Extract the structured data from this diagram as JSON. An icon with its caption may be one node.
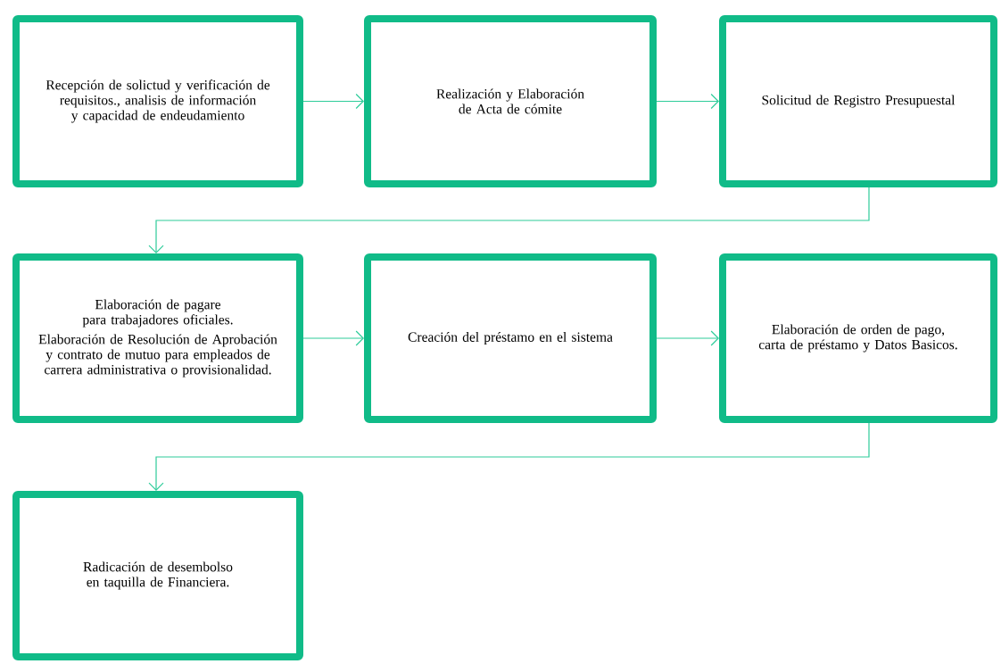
{
  "diagram": {
    "nodes": [
      {
        "text": [
          "Recepción de solictud y verificación de requisitos., analisis de información y capacidad de endeudamiento"
        ]
      },
      {
        "text": [
          "Realización y Elaboración de Acta de cómite"
        ]
      },
      {
        "text": [
          "Solicitud de Registro Presupuestal"
        ]
      },
      {
        "text": [
          "Elaboración de pagare para trabajadores oficiales.",
          "Elaboración de Resolución de Aprobación y contrato de mutuo para empleados de carrera administrativa o provisionalidad."
        ]
      },
      {
        "text": [
          "Creación del préstamo en el sistema"
        ]
      },
      {
        "text": [
          "Elaboración de orden de pago, carta de préstamo y Datos Basicos."
        ]
      },
      {
        "text": [
          "Radicación de desembolso en taquilla de Financiera."
        ]
      }
    ],
    "edges": [
      {
        "from": 0,
        "to": 1,
        "arrow": "to"
      },
      {
        "from": 1,
        "to": 2,
        "arrow": "to"
      },
      {
        "from": 2,
        "to": 3,
        "arrow": "to"
      },
      {
        "from": 3,
        "to": 4,
        "arrow": "to"
      },
      {
        "from": 4,
        "to": 5,
        "arrow": "to"
      },
      {
        "from": 5,
        "to": 6,
        "arrow": "to"
      }
    ]
  }
}
